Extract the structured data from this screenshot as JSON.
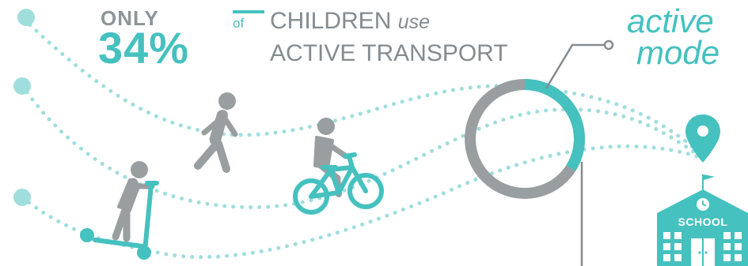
{
  "headline": {
    "only": "ONLY",
    "percent": "34%",
    "of": "of",
    "children": "CHILDREN",
    "use": "use",
    "active_transport": "ACTIVE TRANSPORT"
  },
  "callout": {
    "line1": "active",
    "line2": "mode"
  },
  "donut": {
    "active_fraction": 0.34
  },
  "school": {
    "label": "SCHOOL"
  },
  "icons": [
    "walking-person-icon",
    "cyclist-icon",
    "scooter-rider-icon",
    "location-pin-icon",
    "school-building-icon"
  ],
  "colors": {
    "teal": "#45c1bf",
    "light_teal": "#9fdedd",
    "grey": "#999ea1",
    "dark_grey": "#858b8f"
  }
}
